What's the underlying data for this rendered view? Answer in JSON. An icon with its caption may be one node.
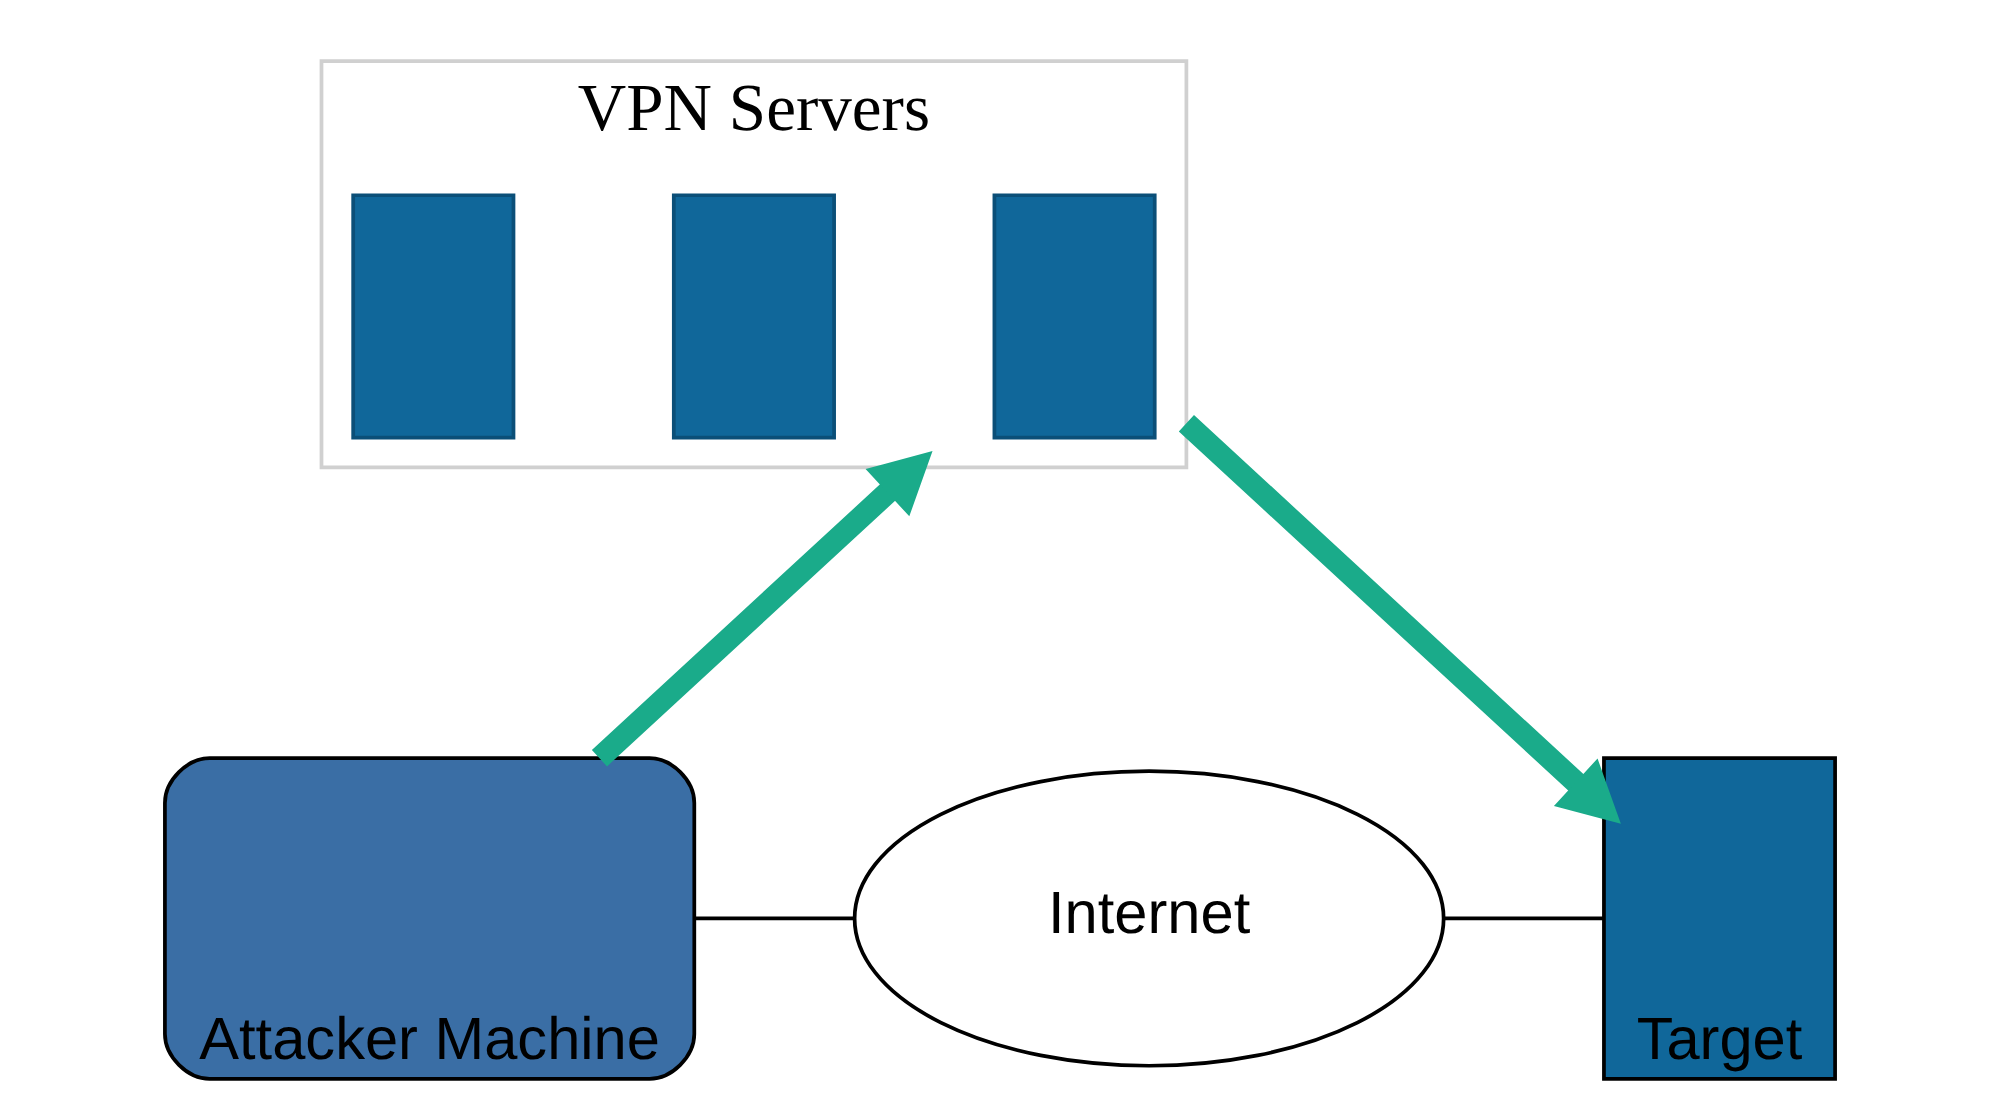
{
  "diagram": {
    "nodes": [
      {
        "text": [
          "VPN Servers"
        ]
      },
      {
        "text": [],
        "shape": "box",
        "in": 0
      },
      {
        "text": [],
        "shape": "box",
        "in": 0
      },
      {
        "text": [],
        "shape": "box",
        "in": 0
      },
      {
        "text": [
          "Attacker Machine"
        ]
      },
      {
        "text": [
          "Internet"
        ]
      },
      {
        "text": [
          "Target"
        ]
      }
    ],
    "edges": [
      {
        "from": 4,
        "to": 0,
        "arrow": "to",
        "style": "thick",
        "color": "#1aab8a"
      },
      {
        "from": 0,
        "to": 6,
        "arrow": "to",
        "style": "thick",
        "color": "#1aab8a"
      },
      {
        "from": 4,
        "to": 5,
        "arrow": "none",
        "color": "#000000"
      },
      {
        "from": 5,
        "to": 6,
        "arrow": "none",
        "color": "#000000"
      }
    ]
  }
}
